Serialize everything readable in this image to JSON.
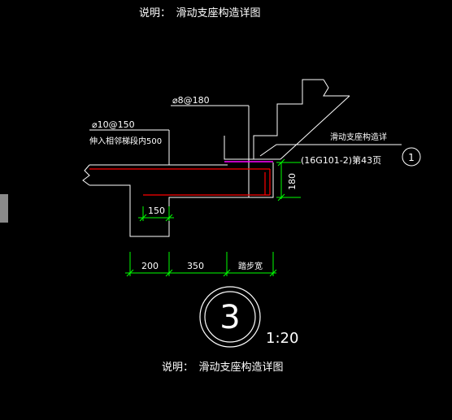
{
  "title_top": "说明：　滑动支座构造详图",
  "title_bottom": "说明：　滑动支座构造详图",
  "labels": {
    "rebar_top": "⌀8@180",
    "rebar_left_1": "⌀10@150",
    "rebar_left_2": "伸入相邻梯段内500",
    "slide_note_1": "滑动支座构造详",
    "slide_note_2": "(16G101-2)第43页",
    "dim_150": "150",
    "dim_180": "180",
    "dim_200": "200",
    "dim_350": "350",
    "dim_step": "踏步宽",
    "detail_no": "3",
    "ref_no": "1",
    "scale": "1:20"
  },
  "colors": {
    "background": "#000000",
    "outline": "#ffffff",
    "rebar": "#ff0000",
    "dimension": "#00ff00",
    "pad": "#ff00ff"
  }
}
